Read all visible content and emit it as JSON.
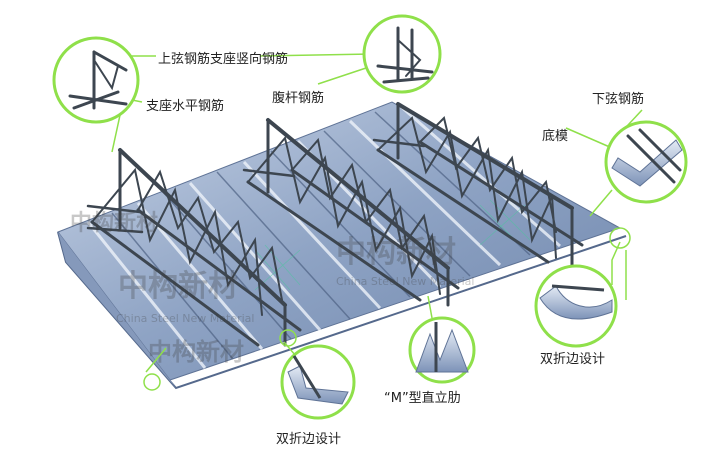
{
  "labels": {
    "top_chord_support_vertical": "上弦钢筋支座竖向钢筋",
    "support_horizontal": "支座水平钢筋",
    "web_bar": "腹杆钢筋",
    "bottom_chord": "下弦钢筋",
    "base_plate": "底模",
    "double_fold_right": "双折边设计",
    "m_rib": "“M”型直立肋",
    "double_fold_bottom": "双折边设计"
  },
  "watermark": {
    "logo_text": "中构新材",
    "sub_text": "China Steel New Material"
  },
  "colors": {
    "callout": "#8fe04a",
    "deck": "#8ea3c4",
    "truss": "#3d4650"
  }
}
